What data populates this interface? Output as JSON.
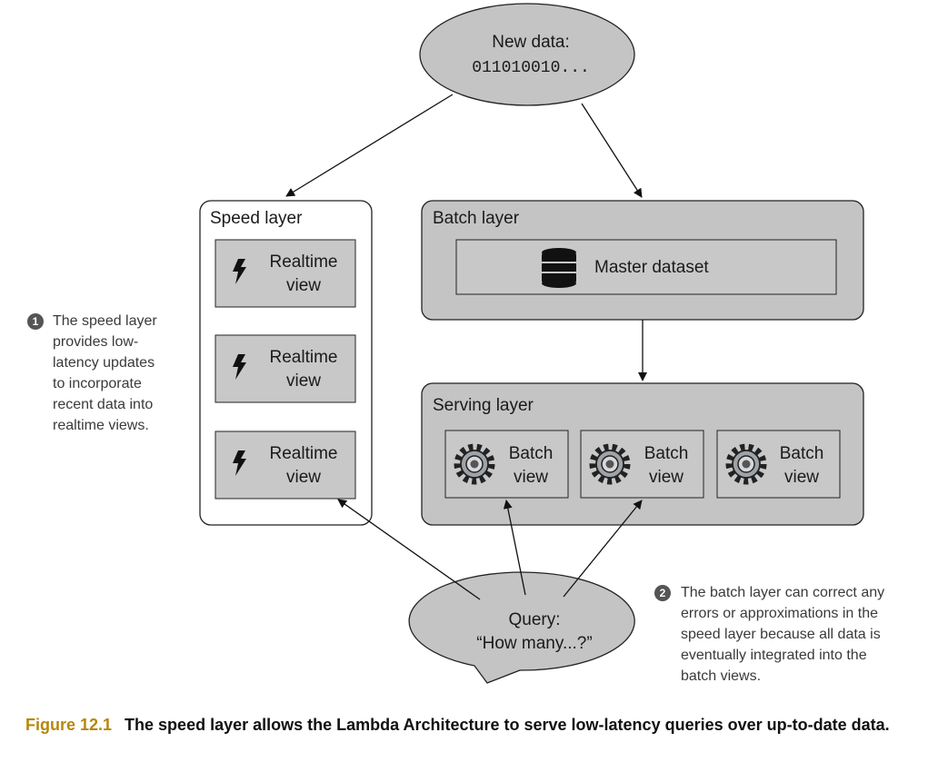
{
  "new_data": {
    "title": "New data:",
    "bits": "011010010..."
  },
  "speed_layer": {
    "title": "Speed layer",
    "views": [
      {
        "line1": "Realtime",
        "line2": "view"
      },
      {
        "line1": "Realtime",
        "line2": "view"
      },
      {
        "line1": "Realtime",
        "line2": "view"
      }
    ]
  },
  "batch_layer": {
    "title": "Batch layer",
    "dataset": "Master dataset"
  },
  "serving_layer": {
    "title": "Serving layer",
    "views": [
      {
        "line1": "Batch",
        "line2": "view"
      },
      {
        "line1": "Batch",
        "line2": "view"
      },
      {
        "line1": "Batch",
        "line2": "view"
      }
    ]
  },
  "query": {
    "line1": "Query:",
    "line2": "“How many...?”"
  },
  "annotations": [
    {
      "badge": "1",
      "text": "The speed layer\nprovides low-\nlatency updates\nto incorporate\nrecent data into\nrealtime views."
    },
    {
      "badge": "2",
      "text": "The batch layer can correct any\nerrors or approximations in the\nspeed layer because all data is\neventually integrated into the\nbatch views."
    }
  ],
  "caption": {
    "figure": "Figure 12.1",
    "text": "The speed layer allows the Lambda Architecture to serve low-latency queries over up-to-date data."
  },
  "colors": {
    "box_fill": "#c8c8c8",
    "layer_fill": "#c4c4c4",
    "ellipse_fill": "#c4c4c4",
    "caption_accent": "#b8860b"
  }
}
